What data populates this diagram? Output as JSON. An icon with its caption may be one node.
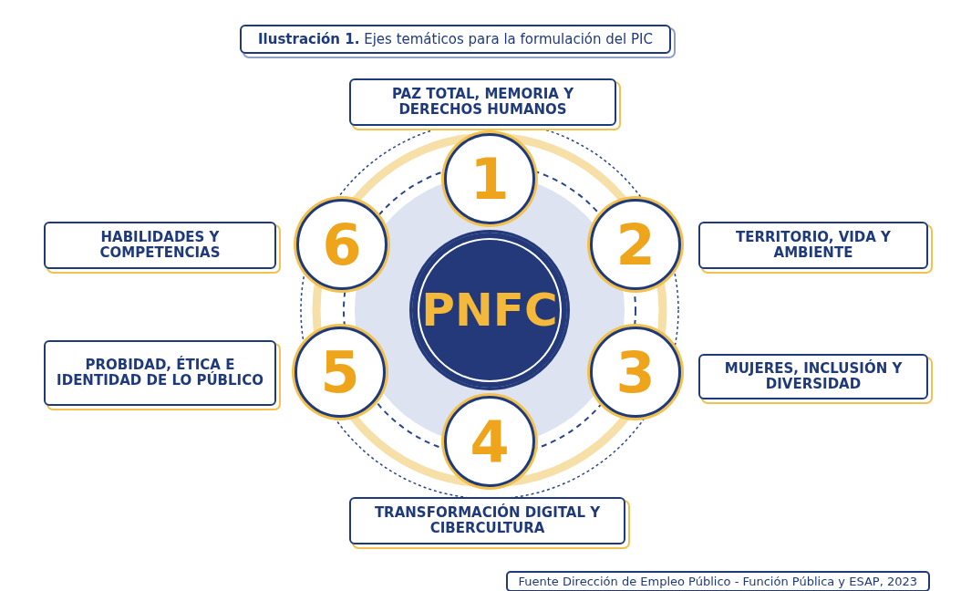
{
  "diagram": {
    "title": "**Ilustración 1.** Ejes temáticos para la formulación del PIC",
    "caption": "Fuente Dirección de Empleo Público - Función Pública y ESAP, 2023",
    "nodes": [
      {
        "text": [
          "PNFC"
        ]
      },
      {
        "text": [
          "1"
        ]
      },
      {
        "text": [
          "2"
        ]
      },
      {
        "text": [
          "3"
        ]
      },
      {
        "text": [
          "4"
        ]
      },
      {
        "text": [
          "5"
        ]
      },
      {
        "text": [
          "6"
        ]
      },
      {
        "text": [
          "PAZ TOTAL, MEMORIA Y DERECHOS HUMANOS"
        ]
      },
      {
        "text": [
          "TERRITORIO, VIDA Y AMBIENTE"
        ]
      },
      {
        "text": [
          "MUJERES, INCLUSIÓN Y DIVERSIDAD"
        ]
      },
      {
        "text": [
          "TRANSFORMACIÓN DIGITAL Y CIBERCULTURA"
        ]
      },
      {
        "text": [
          "PROBIDAD, ÉTICA E IDENTIDAD DE LO PÚBLICO"
        ]
      },
      {
        "text": [
          "HABILIDADES Y COMPETENCIAS"
        ]
      }
    ],
    "edges": []
  }
}
